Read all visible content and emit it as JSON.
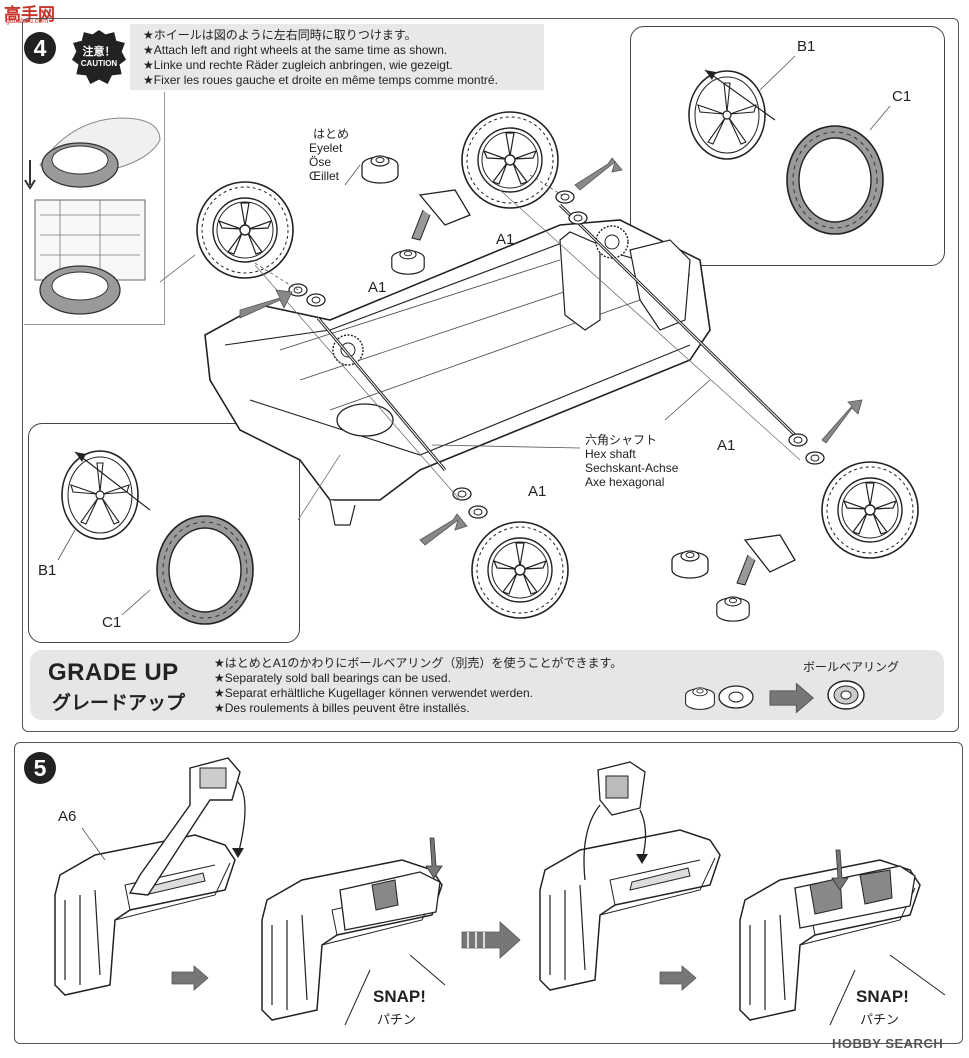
{
  "watermark_top": {
    "brand": "高手网",
    "url": "gaoshou.com"
  },
  "step4": {
    "number": "4",
    "caution_jp": "注意！",
    "caution_en": "CAUTION",
    "instructions": [
      "★ホイールは図のように左右同時に取りつけます。",
      "★Attach left and right wheels at the same time as shown.",
      "★Linke und rechte Räder zugleich anbringen, wie gezeigt.",
      "★Fixer les roues gauche et droite en même temps comme montré."
    ],
    "eyelet_labels": [
      "はとめ",
      "Eyelet",
      "Öse",
      "Œillet"
    ],
    "hex_shaft_labels": [
      "六角シャフト",
      "Hex shaft",
      "Sechskant-Achse",
      "Axe hexagonal"
    ],
    "part_a1": "A1",
    "part_b1": "B1",
    "part_c1": "C1"
  },
  "grade_up": {
    "title": "GRADE UP",
    "subtitle": "グレードアップ",
    "lines": [
      "★はとめとA1のかわりにボールベアリング（別売）を使うことができます。",
      "★Separately sold ball bearings can be used.",
      "★Separat erhältliche Kugellager können verwendet werden.",
      "★Des roulements à billes peuvent être installés."
    ],
    "bearing_label": "ボールベアリング"
  },
  "step5": {
    "number": "5",
    "part_a6": "A6",
    "snap_en": "SNAP!",
    "snap_jp": "パチン"
  },
  "watermark_bottom": "HOBBY SEARCH",
  "colors": {
    "ink": "#222222",
    "panel_border": "#555555",
    "grade_bg": "#e6e6e6",
    "arrow_gray": "#777777",
    "tire_gray": "#9a9a9a"
  }
}
